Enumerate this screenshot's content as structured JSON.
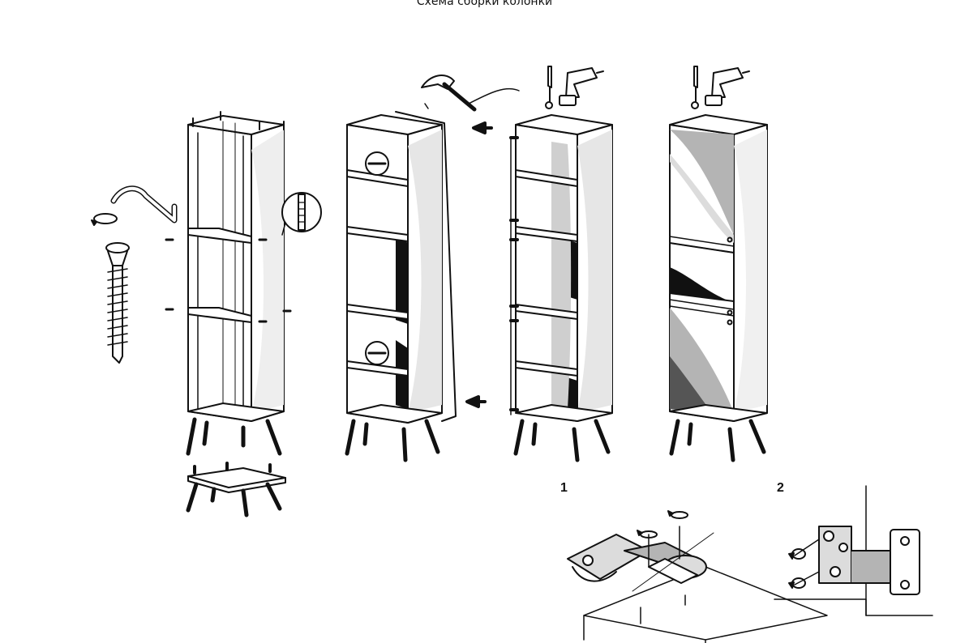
{
  "title": "Схема сборки колонки",
  "detail_labels": [
    "1",
    "2"
  ],
  "colors": {
    "line": "#111111",
    "shade_light": "#dcdcdc",
    "shade_mid": "#b4b4b4",
    "shade_dark": "#1a1a1a",
    "paper": "#ffffff"
  },
  "icons": [
    "hex-key-icon",
    "confirmat-screw-icon",
    "dowel-detail-icon",
    "hammer-icon",
    "screwdriver-icon",
    "drill-icon",
    "push-arrow-icon",
    "rotate-arrow-icon"
  ]
}
